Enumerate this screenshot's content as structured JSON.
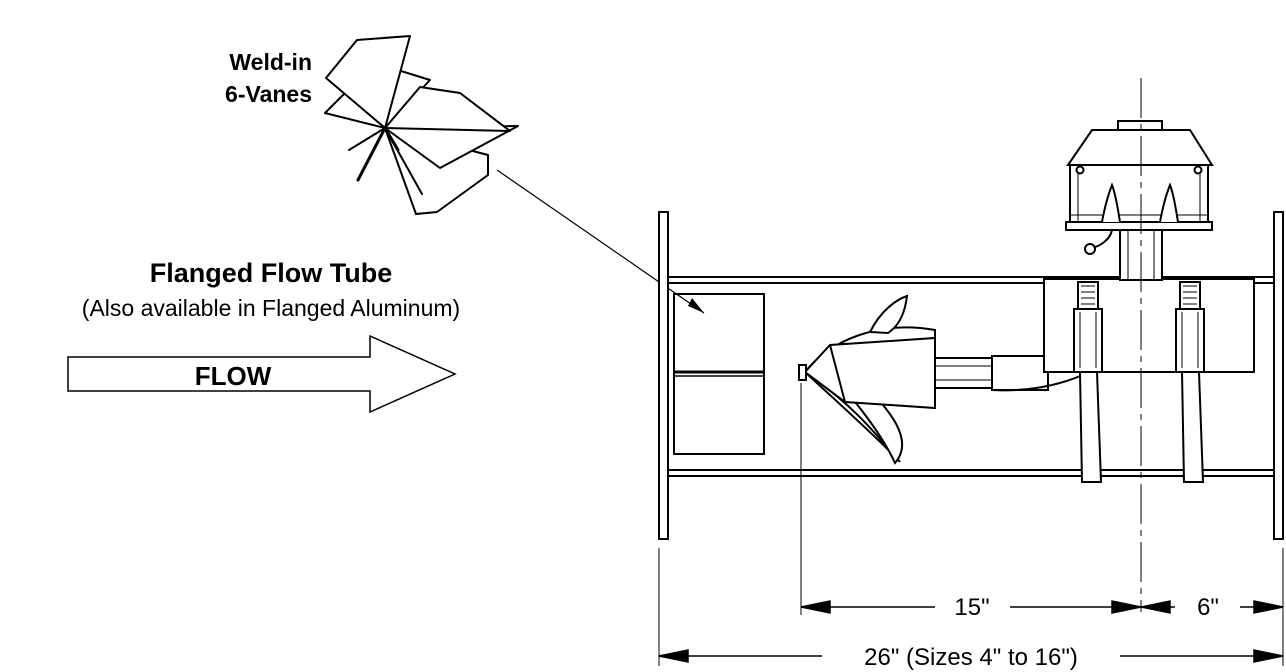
{
  "labels": {
    "vanes_line1": "Weld-in",
    "vanes_line2": "6-Vanes",
    "title": "Flanged Flow Tube",
    "subtitle": "(Also available in Flanged Aluminum)",
    "flow": "FLOW"
  },
  "dimensions": {
    "rotor_to_center": "15\"",
    "center_to_end": "6\"",
    "overall": "26\" (Sizes 4\" to 16\")"
  }
}
